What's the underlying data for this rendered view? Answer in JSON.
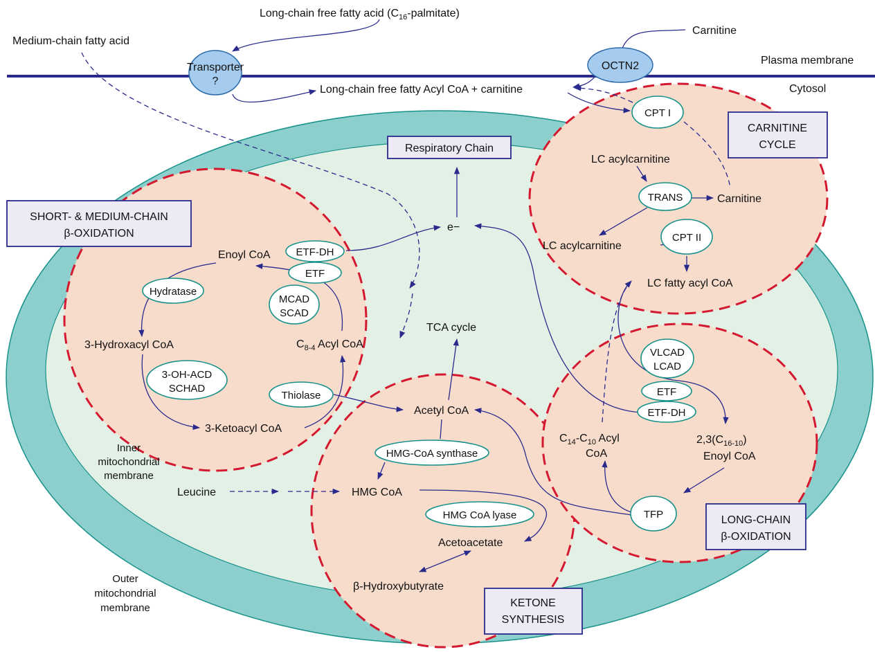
{
  "colors": {
    "outer_membrane": "#8ccfcc",
    "matrix": "#e2f0e6",
    "region_fill": "#f7dccb",
    "region_border": "#d4182f",
    "arrow": "#2a2a8c",
    "transporter": "#a5cbee",
    "enzyme_border": "#17918a",
    "box_fill": "#eeeaf5"
  },
  "top": {
    "lcffa_prefix": "Long-chain free fatty acid (C",
    "lcffa_sub": "16",
    "lcffa_suffix": "-palmitate)",
    "mcfa": "Medium-chain fatty acid",
    "carnitine_ext": "Carnitine",
    "plasma_membrane": "Plasma membrane",
    "cytosol": "Cytosol",
    "transporter_line1": "Transporter",
    "transporter_line2": "?",
    "octn2": "OCTN2",
    "acylcoa_cytosol": "Long-chain free fatty Acyl CoA + carnitine"
  },
  "membranes": {
    "inner_line1": "Inner",
    "inner_line2": "mitochondrial",
    "inner_line3": "membrane",
    "outer_line1": "Outer",
    "outer_line2": "mitochondrial",
    "outer_line3": "membrane"
  },
  "boxes": {
    "respiratory_chain": "Respiratory Chain",
    "carnitine_cycle_1": "CARNITINE",
    "carnitine_cycle_2": "CYCLE",
    "smc_1": "SHORT- & MEDIUM-CHAIN",
    "smc_2": "β-OXIDATION",
    "lc_1": "LONG-CHAIN",
    "lc_2": "β-OXIDATION",
    "ketone_1": "KETONE",
    "ketone_2": "SYNTHESIS"
  },
  "carnitine_cycle": {
    "cpt1": "CPT I",
    "lc_acylcarnitine_top": "LC acylcarnitine",
    "trans": "TRANS",
    "carnitine": "Carnitine",
    "lc_acylcarnitine_mid": "LC acylcarnitine",
    "cpt2": "CPT II",
    "lc_fatty_acyl_coa": "LC fatty acyl CoA"
  },
  "short_medium": {
    "enoyl_coa": "Enoyl CoA",
    "etf_dh": "ETF-DH",
    "etf": "ETF",
    "hydratase": "Hydratase",
    "mcad": "MCAD",
    "scad": "SCAD",
    "hydroxacyl": "3-Hydroxacyl CoA",
    "c84_prefix": "C",
    "c84_sub": "8-4",
    "c84_suffix": " Acyl CoA",
    "ohacd": "3-OH-ACD",
    "schad": "SCHAD",
    "thiolase": "Thiolase",
    "ketoacyl": "3-Ketoacyl CoA"
  },
  "center": {
    "electron": "e−",
    "tca": "TCA cycle",
    "acetyl_coa": "Acetyl CoA"
  },
  "ketone": {
    "hmg_synthase": "HMG-CoA synthase",
    "leucine": "Leucine",
    "hmg_coa": "HMG CoA",
    "hmg_lyase": "HMG CoA lyase",
    "acetoacetate": "Acetoacetate",
    "hydroxybutyrate": "β-Hydroxybutyrate"
  },
  "long_chain": {
    "vlcad": "VLCAD",
    "lcad": "LCAD",
    "etf": "ETF",
    "etf_dh": "ETF-DH",
    "c1410_a": "C",
    "c1410_sub1": "14",
    "c1410_b": "-C",
    "c1410_sub2": "10",
    "c1410_c": " Acyl",
    "c1410_line2": "CoA",
    "enoyl_a": "2,3(C",
    "enoyl_sub": "16-10",
    "enoyl_b": ")",
    "enoyl_line2": "Enoyl CoA",
    "tfp": "TFP"
  }
}
